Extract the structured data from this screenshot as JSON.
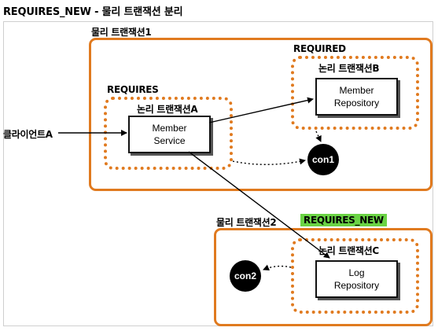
{
  "title": "REQUIRES_NEW - 물리 트랜잭션 분리",
  "physical_tx1": {
    "label": "물리 트랜잭션1"
  },
  "physical_tx2": {
    "label": "물리 트랜잭션2"
  },
  "tx_a": {
    "propagation": "REQUIRES",
    "label": "논리 트랜잭션A"
  },
  "tx_b": {
    "propagation": "REQUIRED",
    "label": "논리 트랜잭션B"
  },
  "tx_c": {
    "propagation": "REQUIRES_NEW",
    "label": "논리 트랜잭션C"
  },
  "client": {
    "label": "클라이언트A"
  },
  "member_service": {
    "line1": "Member",
    "line2": "Service"
  },
  "member_repository": {
    "line1": "Member",
    "line2": "Repository"
  },
  "log_repository": {
    "line1": "Log",
    "line2": "Repository"
  },
  "con1": {
    "label": "con1"
  },
  "con2": {
    "label": "con2"
  },
  "colors": {
    "orange": "#e07a1f",
    "badge_green": "#6ad344",
    "node_border": "#111111"
  }
}
